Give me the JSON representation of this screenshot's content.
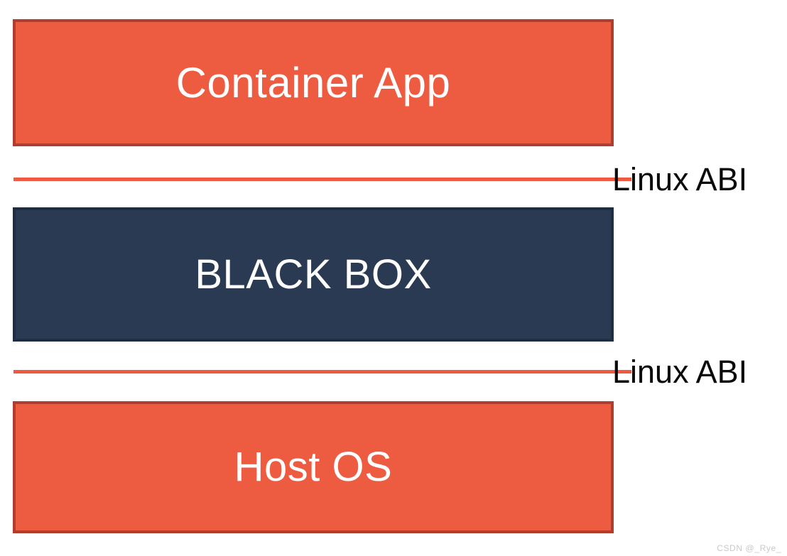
{
  "diagram": {
    "title": "Container App over Black Box over Host OS with Linux ABI boundaries",
    "colors": {
      "orange_fill": "#ED5B41",
      "orange_border": "#AF3F2C",
      "navy_fill": "#293A52",
      "navy_border": "#1F2D41",
      "abi_line": "#F05A42",
      "label_text": "#0A0A0A",
      "box_text": "#FFFFFF",
      "background": "#FFFFFF",
      "watermark_text": "#C9C9C9"
    },
    "layers": [
      {
        "id": "container-app",
        "label": "Container App",
        "kind": "orange-box"
      },
      {
        "id": "black-box",
        "label": "BLACK BOX",
        "kind": "navy-box"
      },
      {
        "id": "host-os",
        "label": "Host OS",
        "kind": "orange-box"
      }
    ],
    "boundaries": [
      {
        "id": "abi-top",
        "label": "Linux ABI"
      },
      {
        "id": "abi-bottom",
        "label": "Linux ABI"
      }
    ]
  },
  "watermark": {
    "text": "CSDN @_Rye_"
  }
}
